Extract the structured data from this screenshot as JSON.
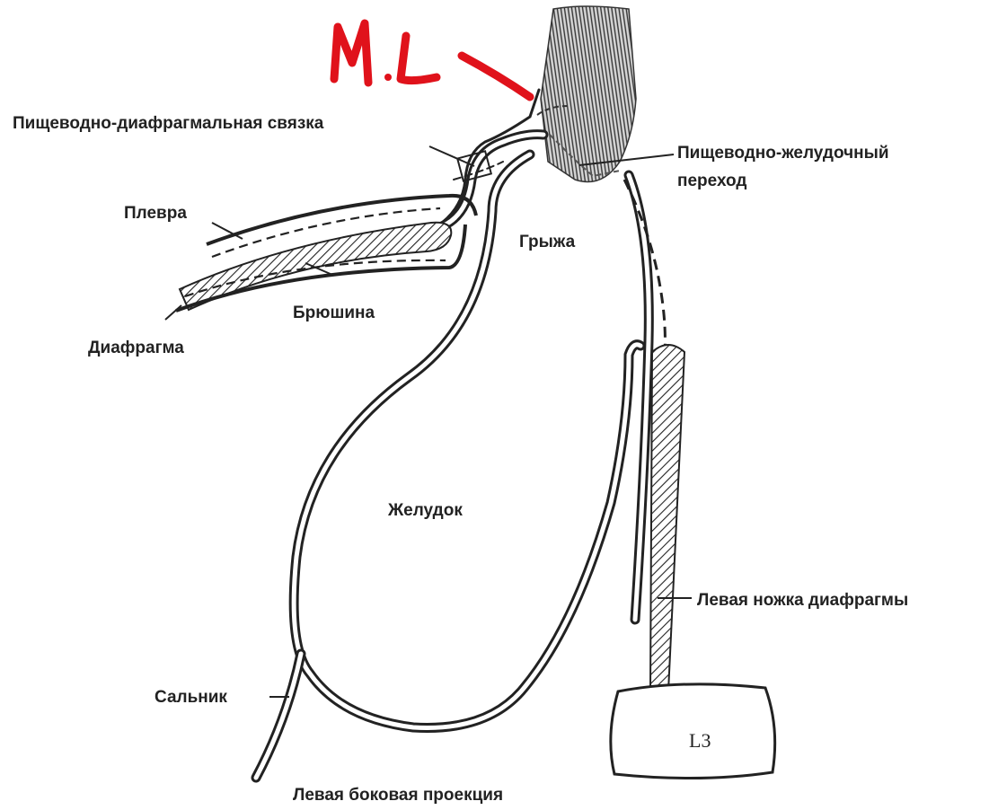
{
  "labels": {
    "ligament": "Пищеводно-диафрагмальная связка",
    "pleura": "Плевра",
    "diaphragm": "Диафрагма",
    "peritoneum": "Брюшина",
    "hernia": "Грыжа",
    "gej_line1": "Пищеводно-желудочный",
    "gej_line2": "переход",
    "stomach": "Желудок",
    "left_crus": "Левая ножка диафрагмы",
    "omentum": "Сальник",
    "vertebra": "L3",
    "caption": "Левая боковая проекция"
  },
  "colors": {
    "ink": "#222222",
    "annotation_red": "#e0121b"
  }
}
